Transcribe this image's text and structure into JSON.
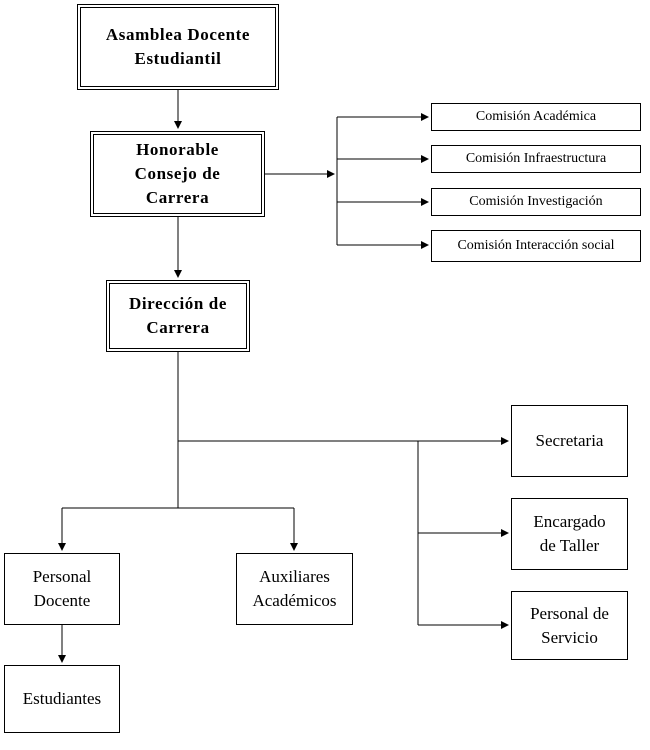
{
  "nodes": {
    "asamblea": "Asamblea Docente\nEstudiantil",
    "honorable": "Honorable\nConsejo de\nCarrera",
    "direccion": "Dirección  de\nCarrera",
    "comision_academica": "Comisión Académica",
    "comision_infraestructura": "Comisión Infraestructura",
    "comision_investigacion": "Comisión Investigación",
    "comision_interaccion": "Comisión Interacción social",
    "secretaria": "Secretaria",
    "encargado_taller": "Encargado\nde Taller",
    "personal_servicio": "Personal de\nServicio",
    "personal_docente": "Personal\nDocente",
    "auxiliares": "Auxiliares\nAcadémicos",
    "estudiantes": "Estudiantes"
  },
  "colors": {
    "line": "#000000",
    "background": "#ffffff"
  }
}
